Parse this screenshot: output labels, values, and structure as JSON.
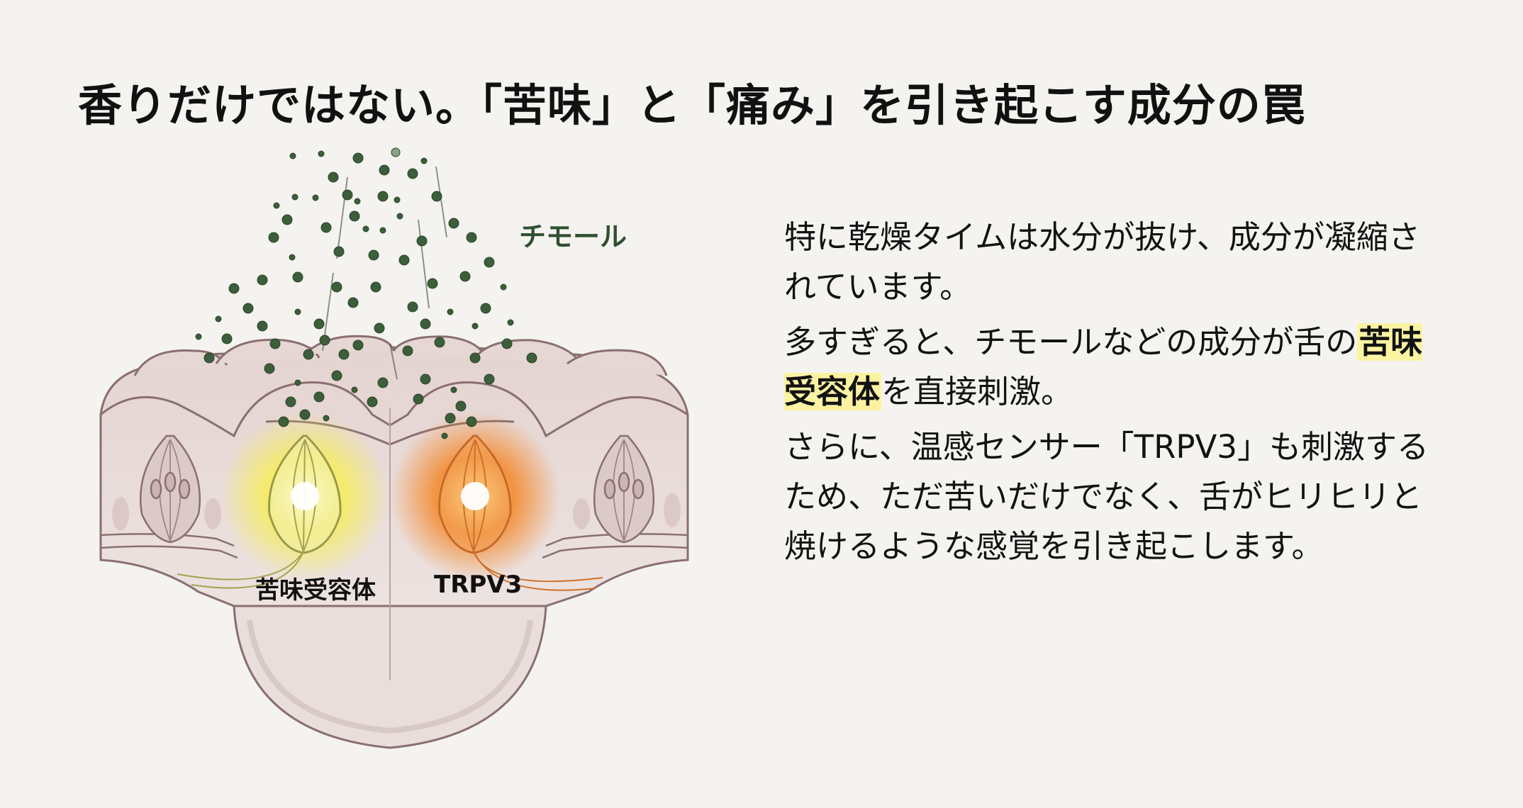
{
  "title": "香りだけではない。「苦味」と「痛み」を引き起こす成分の罠",
  "diagram": {
    "labels": {
      "thymol": "チモール",
      "bitter_receptor": "苦味受容体",
      "trpv3": "TRPV3"
    },
    "colors": {
      "particle": "#3c5e3a",
      "tissue": "#e6d8d6",
      "outline": "#8a6f70",
      "bitter_glow": "#f7ee52",
      "trpv3_glow": "#f08a2c",
      "thymol_label": "#2f4f31"
    }
  },
  "body": {
    "paragraphs": [
      {
        "before": "特に乾燥タイムは水分が抜け、成分が凝縮されています。",
        "highlight": "",
        "after": ""
      },
      {
        "before": "多すぎると、チモールなどの成分が舌の",
        "highlight": "苦味受容体",
        "after": "を直接刺激。"
      },
      {
        "before": "さらに、温感センサー「TRPV3」も刺激するため、ただ苦いだけでなく、舌がヒリヒリと焼けるような感覚を引き起こします。",
        "highlight": "",
        "after": ""
      }
    ],
    "highlight_color": "#fbf3a2"
  }
}
